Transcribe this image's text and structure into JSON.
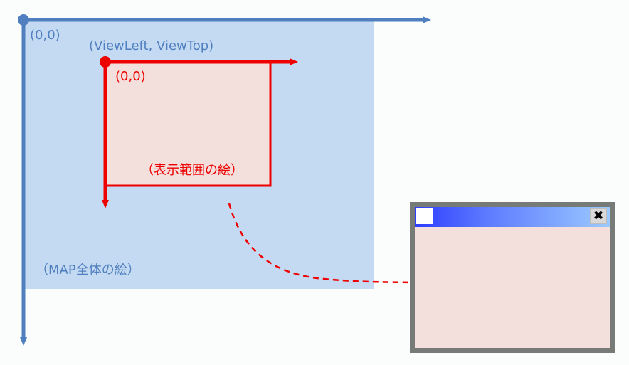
{
  "labels": {
    "map_origin": "(0,0)",
    "view_corner": "(ViewLeft, ViewTop)",
    "view_origin": "(0,0)",
    "view_caption": "（表示範囲の絵）",
    "map_caption": "（MAP全体の絵）"
  },
  "window": {
    "close_glyph": "✖"
  },
  "colors": {
    "map_area": "#c4daf2",
    "map_axis": "#4f7fbf",
    "view_area": "#f3dfdc",
    "view_axis": "#ee0000",
    "window_frame": "#777b78"
  }
}
